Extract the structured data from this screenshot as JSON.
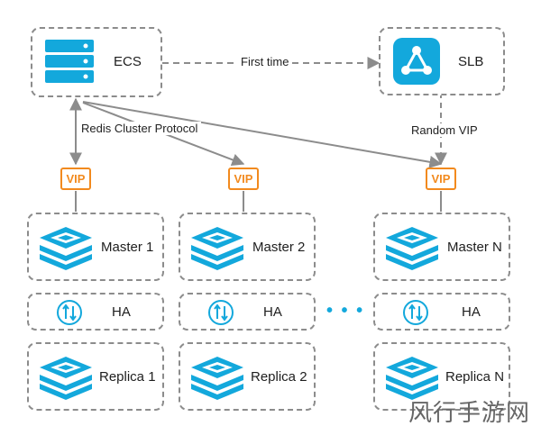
{
  "ecs": {
    "label": "ECS"
  },
  "slb": {
    "label": "SLB"
  },
  "edges": {
    "first_time": "First time",
    "redis_protocol": "Redis Cluster Protocol",
    "random_vip": "Random VIP"
  },
  "vip_label": "VIP",
  "columns": [
    {
      "master": "Master 1",
      "ha": "HA",
      "replica": "Replica 1"
    },
    {
      "master": "Master 2",
      "ha": "HA",
      "replica": "Replica 2"
    },
    {
      "master": "Master N",
      "ha": "HA",
      "replica": "Replica N"
    }
  ],
  "ellipsis": "• • •",
  "watermark": "风行手游网",
  "colors": {
    "icon_blue": "#13a8dc",
    "vip_orange": "#f28a1e",
    "dashed_border": "#8c8c8c"
  }
}
